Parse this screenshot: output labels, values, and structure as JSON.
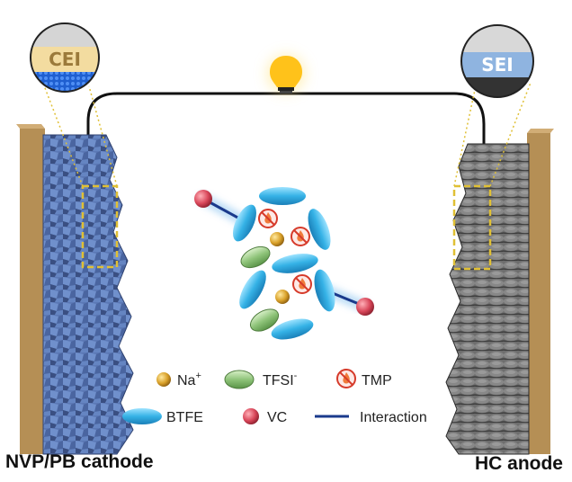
{
  "labels": {
    "cei": "CEI",
    "sei": "SEI",
    "cathode": "NVP/PB cathode",
    "anode": "HC anode"
  },
  "legend": {
    "na": {
      "text": "Na",
      "sup": "+"
    },
    "tfsi": {
      "text": "TFSI",
      "sup": "-"
    },
    "tmp": {
      "text": "TMP"
    },
    "btfe": {
      "text": "BTFE"
    },
    "vc": {
      "text": "VC"
    },
    "interaction": {
      "text": "Interaction"
    }
  },
  "colors": {
    "current_collector": "#b58f55",
    "cathode_blue": "#5b78b5",
    "cathode_dark": "#3a4f82",
    "anode_gray": "#6e6e6e",
    "anode_dark": "#333333",
    "cei_yellow": "#f3dca0",
    "sei_blue": "#8fb4e0",
    "btfe": "#35b2e6",
    "tfsi": "#8fc47a",
    "na": "#d9a12a",
    "vc": "#d9475a",
    "interaction": "#1a3a8c",
    "dashed_box": "#e0c035",
    "wire": "#111111",
    "bulb": "#ffc21a"
  },
  "icons": {
    "bulb": "light-bulb-icon",
    "tmp": "no-flame-icon"
  }
}
